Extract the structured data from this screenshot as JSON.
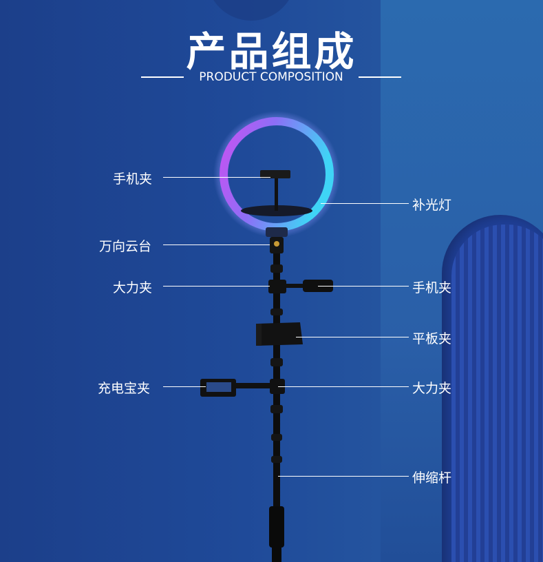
{
  "title": "产品组成",
  "subtitle": "PRODUCT COMPOSITION",
  "labels": {
    "phone_clip_top": "手机夹",
    "fill_light": "补光灯",
    "gimbal_head": "万向云台",
    "strong_clamp_left": "大力夹",
    "phone_clip_right": "手机夹",
    "tablet_clip": "平板夹",
    "power_bank_clip": "充电宝夹",
    "strong_clamp_right": "大力夹",
    "telescopic_pole": "伸缩杆"
  },
  "colors": {
    "ring_gradient": [
      "#c455f0",
      "#8a6ff5",
      "#3fd0f5"
    ],
    "background": "#1f4a99",
    "text": "#ffffff"
  }
}
